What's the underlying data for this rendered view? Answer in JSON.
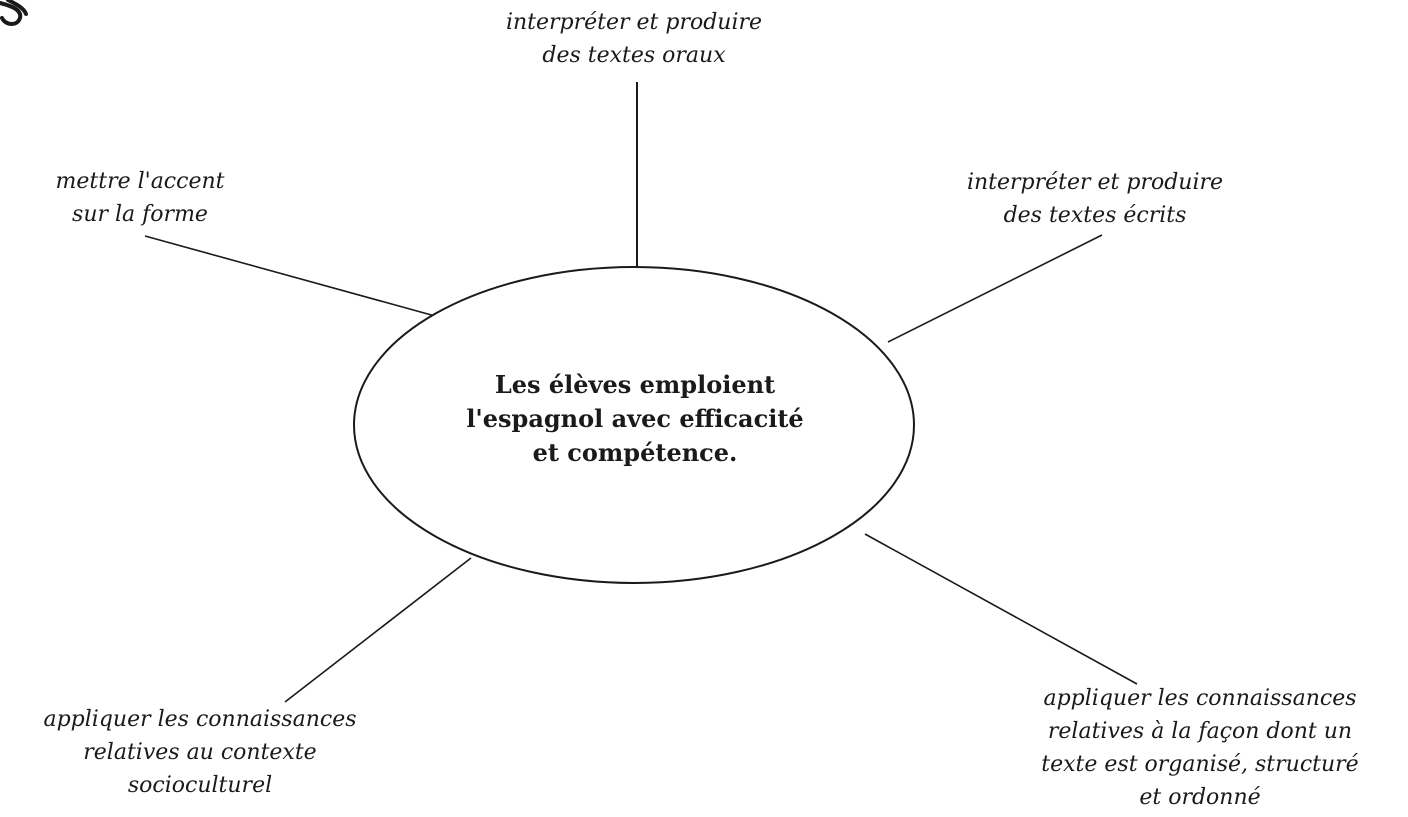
{
  "center": {
    "lines": [
      "Les élèves emploient",
      "l'espagnol avec efficacité",
      "et compétence."
    ]
  },
  "branches": {
    "top": {
      "lines": [
        "interpréter et produire",
        "des textes oraux"
      ]
    },
    "top_left": {
      "lines": [
        "mettre l'accent",
        "sur la forme"
      ]
    },
    "top_right": {
      "lines": [
        "interpréter et produire",
        "des textes écrits"
      ]
    },
    "bottom_left": {
      "lines": [
        "appliquer les connaissances",
        "relatives au contexte",
        "socioculturel"
      ]
    },
    "bottom_right": {
      "lines": [
        "appliquer les connaissances",
        "relatives à la façon dont un",
        "texte est organisé, structuré",
        "et ordonné"
      ]
    }
  },
  "colors": {
    "stroke": "#1a1a1a",
    "background": "#ffffff"
  }
}
